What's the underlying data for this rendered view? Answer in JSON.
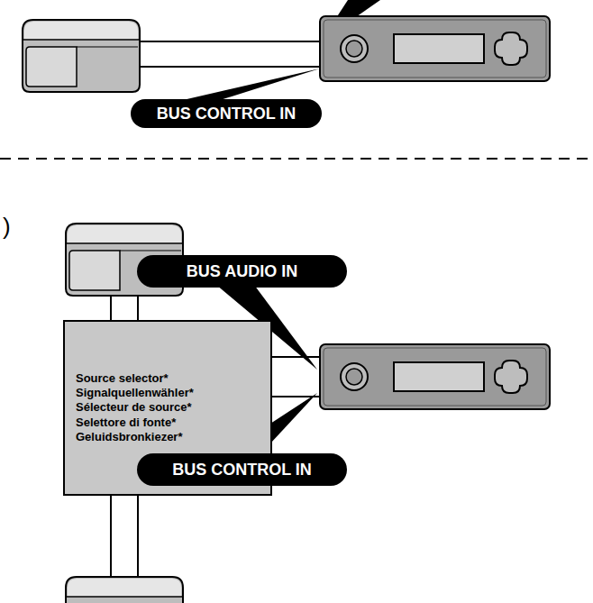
{
  "diagram": {
    "nodes": [
      {
        "text": [
          "BUS CONTROL IN"
        ]
      },
      {
        "text": [
          "BUS AUDIO IN"
        ]
      },
      {
        "text": [
          "Source selector*",
          "Signalquellenwähler*",
          "Sélecteur de source*",
          "Selettore di fonte*",
          "Geluidsbronkiezer*"
        ]
      },
      {
        "text": [
          "BUS CONTROL IN"
        ]
      }
    ],
    "labels": [
      ")"
    ]
  }
}
